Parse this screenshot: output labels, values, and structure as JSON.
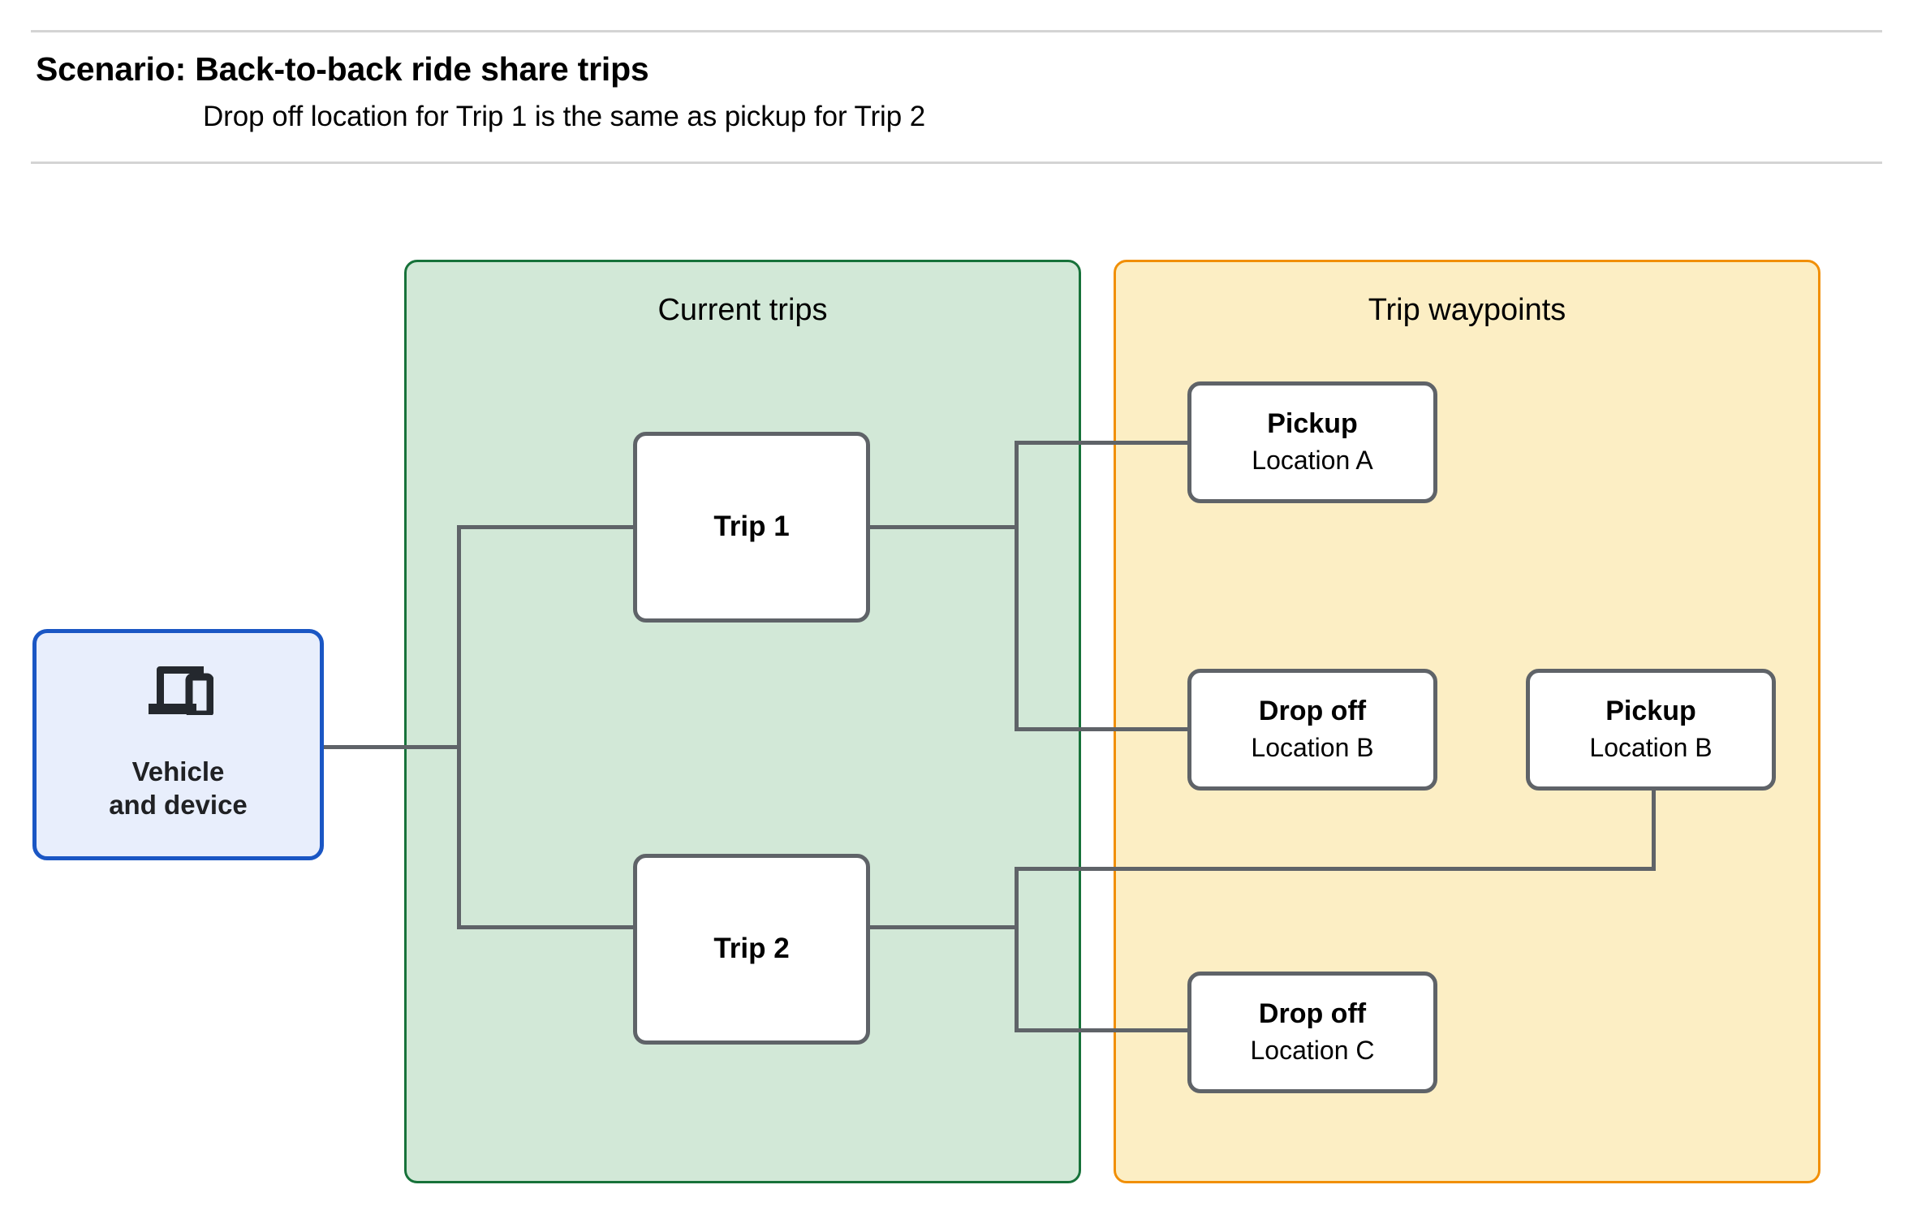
{
  "header": {
    "title": "Scenario: Back-to-back ride share trips",
    "subtitle": "Drop off  location for Trip 1 is the same as pickup for Trip 2"
  },
  "panels": {
    "current_trips": {
      "title": "Current trips",
      "border_color": "#17723a",
      "fill_color": "#d2e8d7"
    },
    "trip_waypoints": {
      "title": "Trip waypoints",
      "border_color": "#f18f06",
      "fill_color": "#fceec4"
    }
  },
  "vehicle": {
    "icon": "devices-icon",
    "label_line1": "Vehicle",
    "label_line2": "and device",
    "border_color": "#1a56c4",
    "fill_color": "#e8eefc"
  },
  "trips": [
    {
      "label": "Trip 1"
    },
    {
      "label": "Trip 2"
    }
  ],
  "waypoints": [
    {
      "type": "Pickup",
      "location": "Location A"
    },
    {
      "type": "Drop off",
      "location": "Location B"
    },
    {
      "type": "Pickup",
      "location": "Location B"
    },
    {
      "type": "Drop off",
      "location": "Location C"
    }
  ],
  "connector_color": "#5f6368",
  "divider_color": "#d4d4d4"
}
